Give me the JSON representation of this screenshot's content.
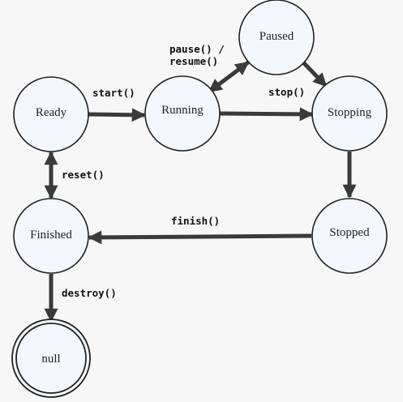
{
  "diagram": {
    "states": {
      "ready": "Ready",
      "running": "Running",
      "paused": "Paused",
      "stopping": "Stopping",
      "stopped": "Stopped",
      "finished": "Finished",
      "null": "null"
    },
    "transitions": {
      "start": "start()",
      "pause_resume_line1": "pause() /",
      "pause_resume_line2": "resume()",
      "stop": "stop()",
      "finish": "finish()",
      "reset": "reset()",
      "destroy": "destroy()"
    },
    "colors": {
      "node_fill": "#f3f8fe",
      "node_stroke": "#222222",
      "edge": "#3a3a3a",
      "background": "#f7f7f7"
    }
  }
}
